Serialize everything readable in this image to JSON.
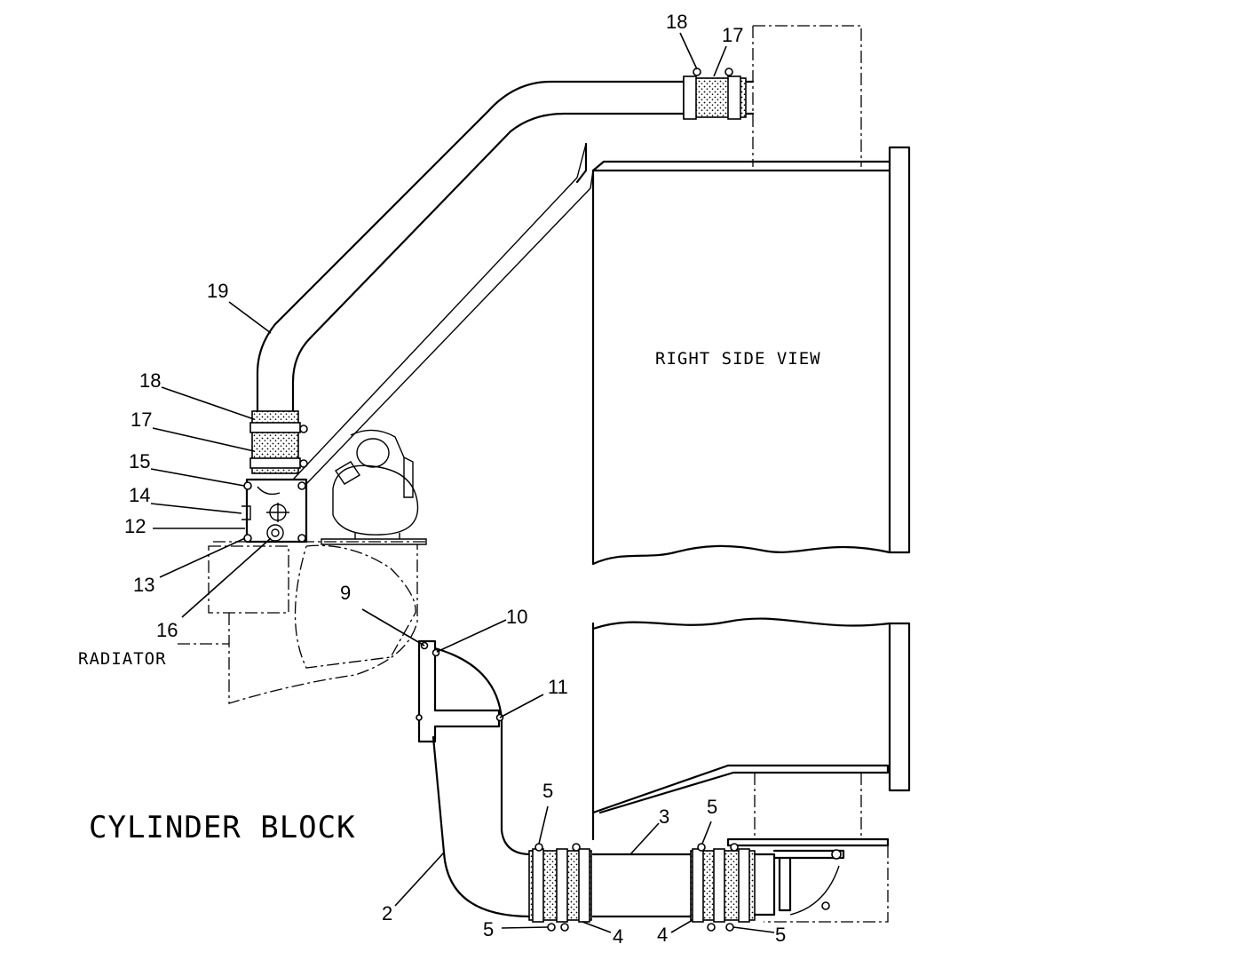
{
  "labels": {
    "right_side_view": "RIGHT SIDE VIEW",
    "radiator": "RADIATOR",
    "cylinder_block": "CYLINDER BLOCK"
  },
  "callouts": {
    "c18_top": "18",
    "c17_top": "17",
    "c19": "19",
    "c18_left": "18",
    "c17_left": "17",
    "c15": "15",
    "c14": "14",
    "c12": "12",
    "c13": "13",
    "c16": "16",
    "c9": "9",
    "c10": "10",
    "c11": "11",
    "c5_a": "5",
    "c5_b": "5",
    "c3": "3",
    "c2": "2",
    "c5_c": "5",
    "c4_a": "4",
    "c4_b": "4",
    "c5_d": "5"
  }
}
